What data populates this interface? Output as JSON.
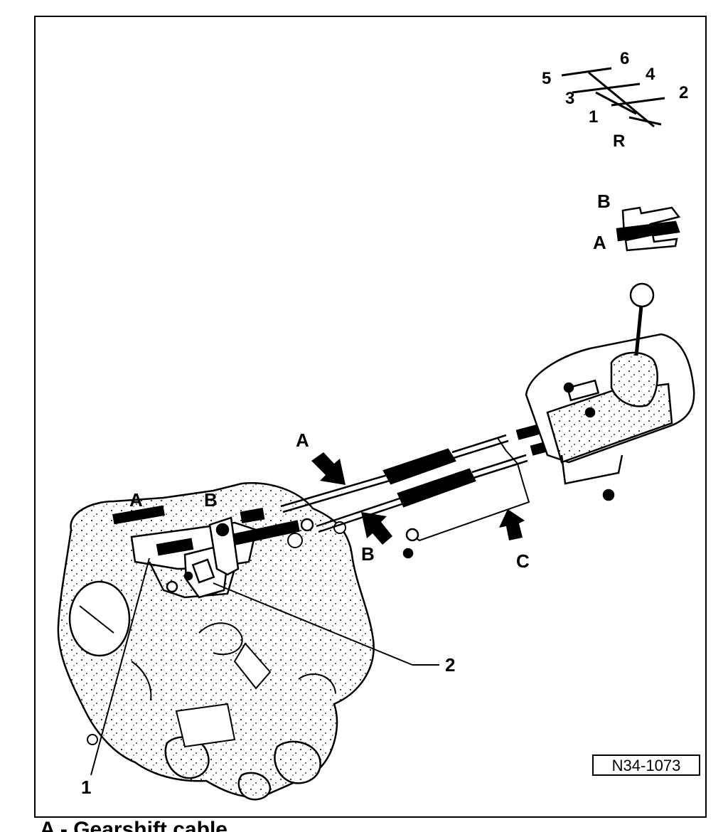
{
  "figure": {
    "reference_code": "N34-1073",
    "gate_pattern": {
      "gears": [
        "5",
        "6",
        "3",
        "4",
        "2",
        "1",
        "R"
      ]
    },
    "legend_letters": [
      "B",
      "A"
    ],
    "callouts": {
      "arrow_a": "A",
      "arrow_b": "B",
      "arrow_c": "C",
      "left_a": "A",
      "left_b": "B",
      "item_1": "1",
      "item_2": "2"
    },
    "caption": "A - Gearshift cable"
  }
}
